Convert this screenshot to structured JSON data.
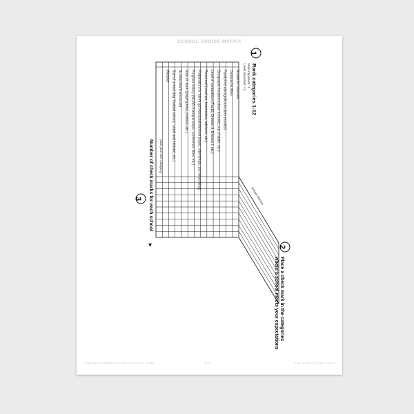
{
  "page": {
    "header": "SCHOOL CHOICE MATRIX",
    "footer_left": "FINDINGYOURSPOTINCOLLEGEBALL.COM",
    "footer_page": "114",
    "footer_right": "THE PATH TO THE PROS"
  },
  "section1": {
    "number": "1",
    "title": "Rank categories 1-12",
    "subtitle1": "Most important: 1",
    "subtitle2": "Least important: 12"
  },
  "section2": {
    "number": "2",
    "line1": "Place a check mark in the categories",
    "line2": "where a school meets your expectations",
    "school_names_label": "School Names"
  },
  "section3": {
    "number": "3",
    "label": "Number of check marks for each school",
    "arrow": "▶"
  },
  "categories": [
    "Academic interests",
    "Campus/facilities",
    "Family/friends/significant other enrolled",
    "Geographic location (close to home, out of state, etc.)",
    "Level of competition (Pac12, Division II, Division I, etc.)",
    "Personnel (coaches, teammates, advisors, etc.)",
    "Preparation for future (professional/national player, internships, job networking)",
    "Program history (NCAA championships, conference titles, etc.)",
    "Role on team (playing time, position, etc.)",
    "Scholarship/financial aid",
    "Size of school (big “football school,” small and intimate, etc.)",
    "Weather"
  ],
  "own_category": "(add your own category)"
}
